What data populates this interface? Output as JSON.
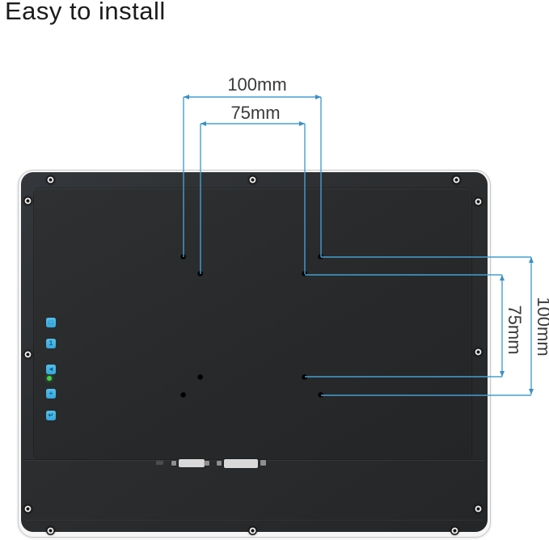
{
  "page": {
    "title": "Easy to install"
  },
  "colors": {
    "dimension_line": "#459fd1",
    "dimension_arrow": "#3a8fc2",
    "label_text": "#3a3a3a",
    "button_blue": "#41b1e1",
    "led_green": "#44d04a",
    "monitor_dark": "#2b2d2f",
    "frame_light": "#f6f6f6"
  },
  "dimension_labels": {
    "top_outer": "100mm",
    "top_inner": "75mm",
    "side_inner": "75mm",
    "side_outer": "100mm"
  },
  "monitor": {
    "vesa_hole_count": 8,
    "buttons": [
      {
        "name": "menu-button",
        "glyph": "□"
      },
      {
        "name": "input-button",
        "glyph": "1"
      },
      {
        "name": "left-button",
        "glyph": "◄"
      },
      {
        "name": "plus-button",
        "glyph": "+"
      },
      {
        "name": "exit-button",
        "glyph": "↵"
      }
    ]
  }
}
